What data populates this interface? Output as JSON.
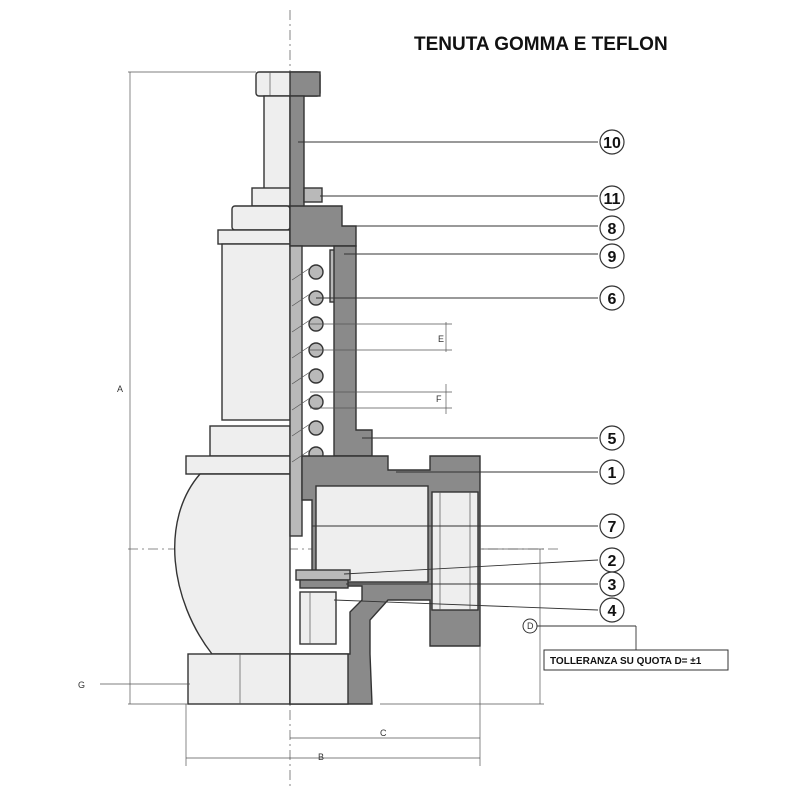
{
  "title": "TENUTA GOMMA E TEFLON",
  "callouts": {
    "c10": "10",
    "c11": "11",
    "c8": "8",
    "c9": "9",
    "c6": "6",
    "c5": "5",
    "c1": "1",
    "c7": "7",
    "c2": "2",
    "c3": "3",
    "c4": "4"
  },
  "dimensions": {
    "a": "A",
    "b": "B",
    "c": "C",
    "d": "D",
    "g": "G",
    "e": "E",
    "f": "F"
  },
  "note": "TOLLERANZA SU QUOTA D= ±1",
  "colors": {
    "steel": "#b9b9b9",
    "dark_steel": "#8a8a8a",
    "body": "#eeeeee",
    "line": "#333333"
  }
}
